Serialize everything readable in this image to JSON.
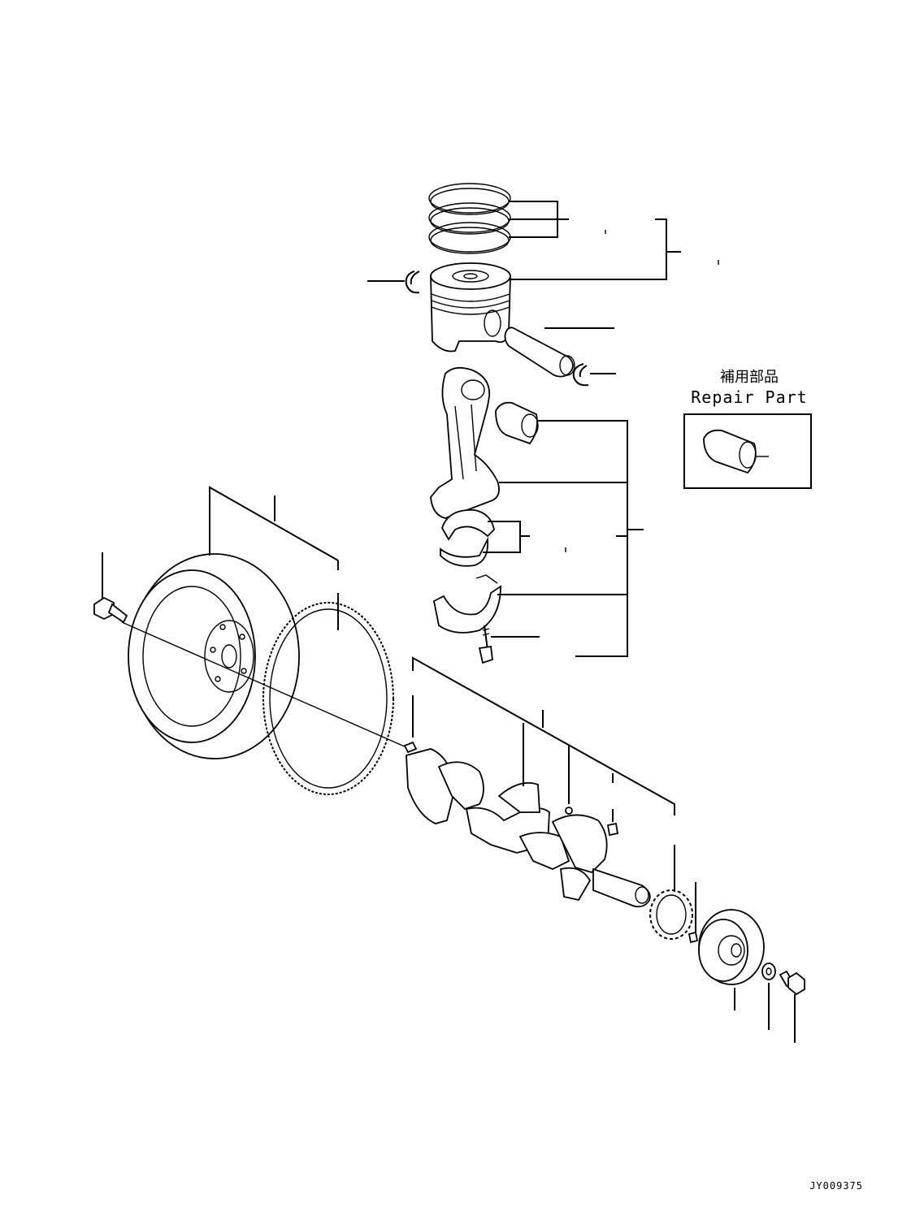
{
  "repair_part": {
    "title_jp": "補用部品",
    "title_en": "Repair Part"
  },
  "drawing_code": "JY009375",
  "parts": [
    {
      "name": "piston-ring-set",
      "icon": "piston-ring-icon"
    },
    {
      "name": "piston",
      "icon": "piston-icon"
    },
    {
      "name": "snap-ring",
      "icon": "snap-ring-icon"
    },
    {
      "name": "piston-pin",
      "icon": "piston-pin-icon"
    },
    {
      "name": "connecting-rod",
      "icon": "connecting-rod-icon"
    },
    {
      "name": "connecting-rod-bushing",
      "icon": "bushing-icon"
    },
    {
      "name": "connecting-rod-bearing",
      "icon": "bearing-icon"
    },
    {
      "name": "connecting-rod-cap",
      "icon": "rod-cap-icon"
    },
    {
      "name": "rod-bolt",
      "icon": "bolt-icon"
    },
    {
      "name": "flywheel",
      "icon": "flywheel-icon"
    },
    {
      "name": "ring-gear",
      "icon": "ring-gear-icon"
    },
    {
      "name": "flywheel-bolt",
      "icon": "bolt-icon"
    },
    {
      "name": "crankshaft",
      "icon": "crankshaft-icon"
    },
    {
      "name": "dowel-pin",
      "icon": "pin-icon"
    },
    {
      "name": "plug",
      "icon": "plug-icon"
    },
    {
      "name": "key",
      "icon": "key-icon"
    },
    {
      "name": "crankshaft-gear",
      "icon": "gear-icon"
    },
    {
      "name": "pulley",
      "icon": "pulley-icon"
    },
    {
      "name": "washer",
      "icon": "washer-icon"
    },
    {
      "name": "pulley-bolt",
      "icon": "bolt-icon"
    }
  ]
}
